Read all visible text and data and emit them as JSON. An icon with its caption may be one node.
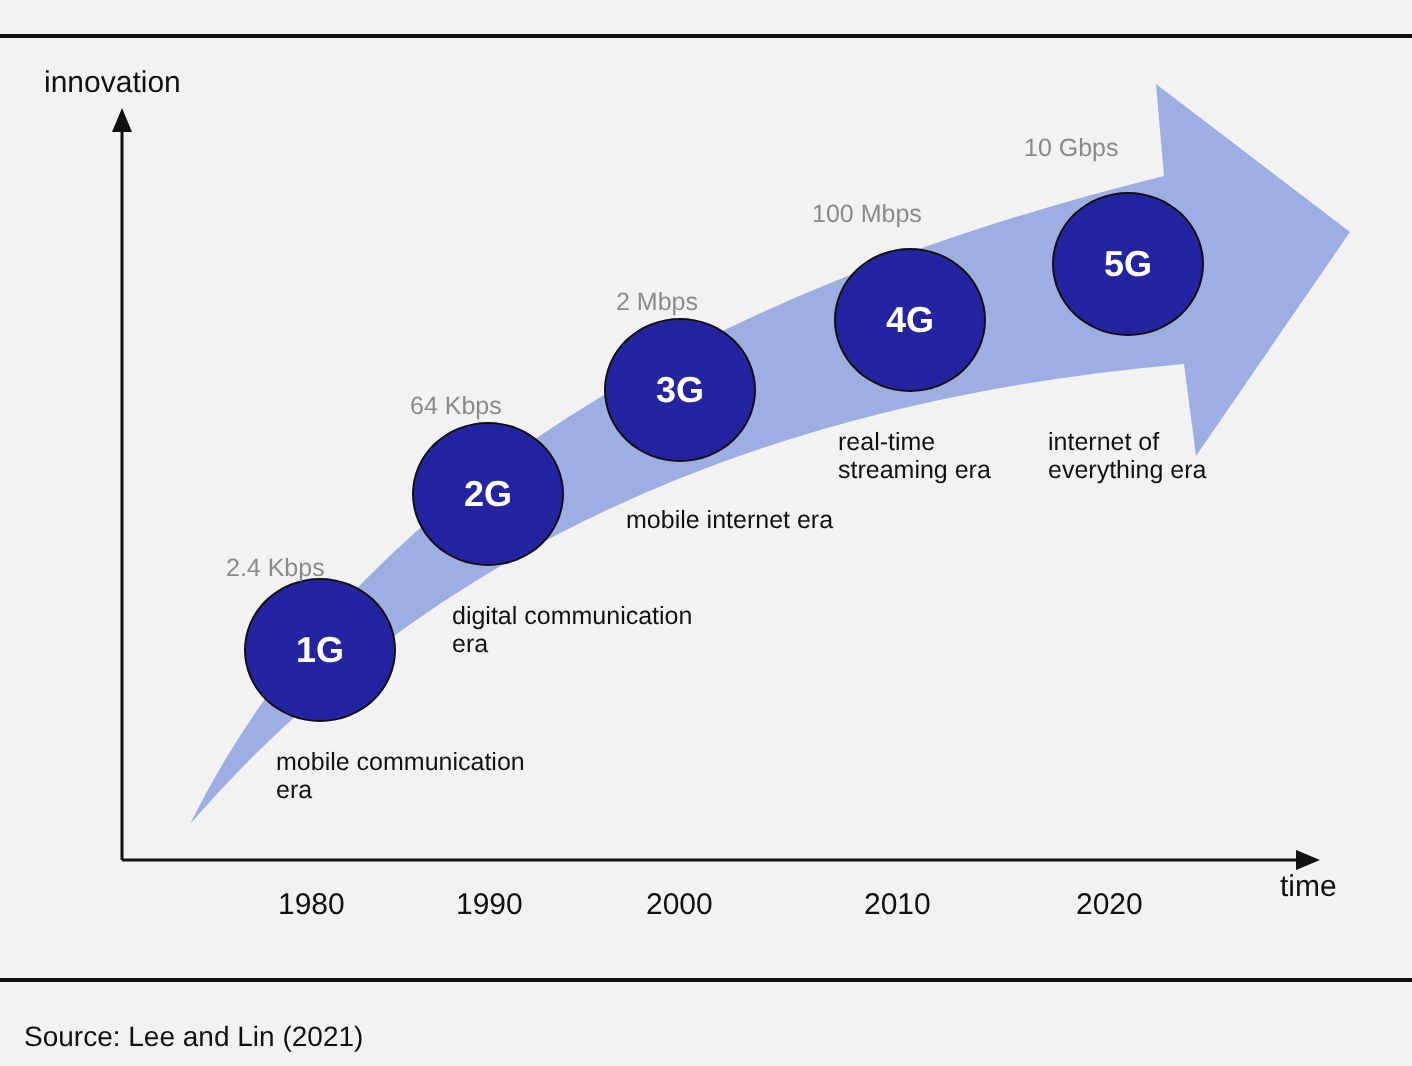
{
  "diagram": {
    "caption": "Source: Lee and Lin (2021)",
    "nodes": [
      {
        "text": [
          "1G"
        ],
        "beside": [
          "2.4 Kbps",
          "mobile communication era"
        ]
      },
      {
        "text": [
          "2G"
        ],
        "beside": [
          "64 Kbps",
          "digital communication era"
        ]
      },
      {
        "text": [
          "3G"
        ],
        "beside": [
          "2 Mbps",
          "mobile internet era"
        ]
      },
      {
        "text": [
          "4G"
        ],
        "beside": [
          "100 Mbps",
          "real-time streaming era"
        ]
      },
      {
        "text": [
          "5G"
        ],
        "beside": [
          "10 Gbps",
          "internet of everything era"
        ]
      }
    ],
    "labels": [
      "innovation",
      "time",
      "1980",
      "1990",
      "2000",
      "2010",
      "2020"
    ]
  }
}
